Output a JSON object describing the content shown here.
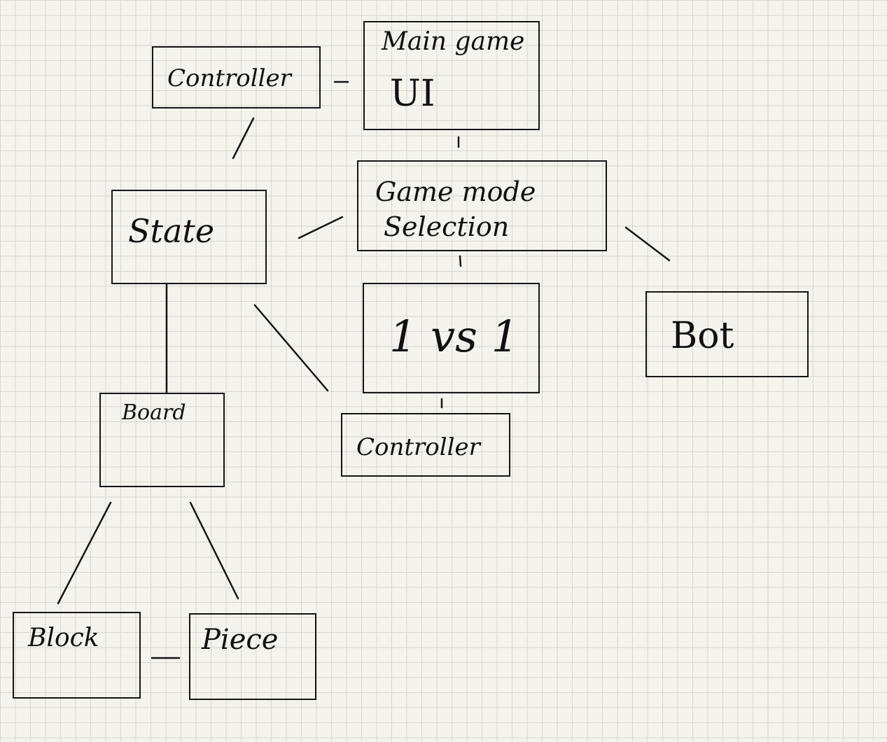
{
  "nodes": {
    "controller_top": {
      "label": "Controller"
    },
    "main_game": {
      "title": "Main game",
      "subtitle": "UI"
    },
    "game_mode": {
      "line1": "Game mode",
      "line2": "Selection"
    },
    "state": {
      "label": "State"
    },
    "one_vs_one": {
      "label": "1 vs 1"
    },
    "bot": {
      "label": "Bot"
    },
    "board": {
      "label": "Board"
    },
    "controller_bottom": {
      "label": "Controller"
    },
    "block": {
      "label": "Block"
    },
    "piece": {
      "label": "Piece"
    }
  },
  "edges": [
    {
      "from": "Controller",
      "to": "Main game UI"
    },
    {
      "from": "Controller",
      "to": "State"
    },
    {
      "from": "Main game UI",
      "to": "Game mode Selection"
    },
    {
      "from": "State",
      "to": "Game mode Selection"
    },
    {
      "from": "Game mode Selection",
      "to": "1 vs 1"
    },
    {
      "from": "Game mode Selection",
      "to": "Bot"
    },
    {
      "from": "State",
      "to": "Board"
    },
    {
      "from": "State",
      "to": "Controller"
    },
    {
      "from": "1 vs 1",
      "to": "Controller"
    },
    {
      "from": "Board",
      "to": "Block"
    },
    {
      "from": "Board",
      "to": "Piece"
    },
    {
      "from": "Block",
      "to": "Piece"
    }
  ],
  "colors": {
    "paper": "#f5f3ee",
    "grid": "#d9d6cf",
    "ink": "#151515"
  }
}
